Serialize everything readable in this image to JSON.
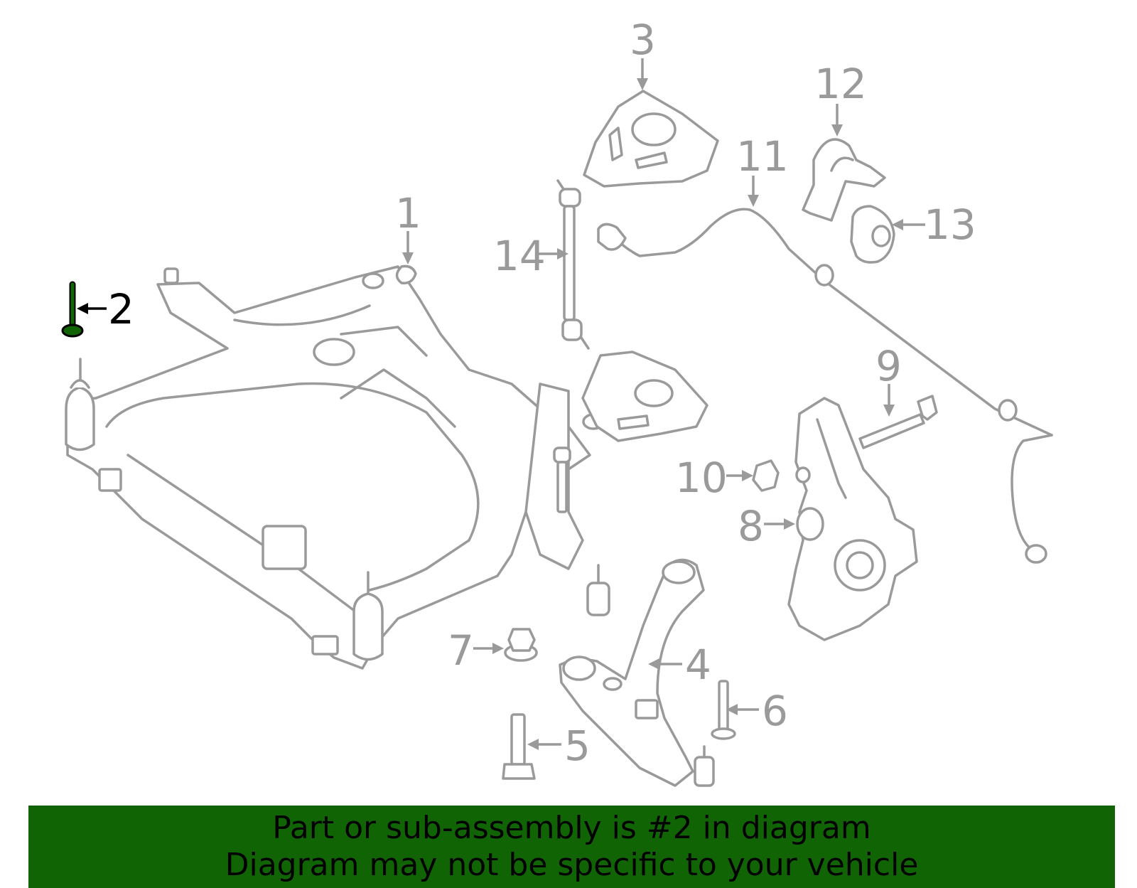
{
  "callouts": {
    "c1": "1",
    "c2": "2",
    "c3": "3",
    "c4": "4",
    "c5": "5",
    "c6": "6",
    "c7": "7",
    "c8": "8",
    "c9": "9",
    "c10": "10",
    "c11": "11",
    "c12": "12",
    "c13": "13",
    "c14": "14"
  },
  "highlight": {
    "part": "2",
    "color": "#106404"
  },
  "banner": {
    "line1": "Part or sub-assembly is #2 in diagram",
    "line2": "Diagram may not be specific to your vehicle",
    "background": "#106404"
  }
}
